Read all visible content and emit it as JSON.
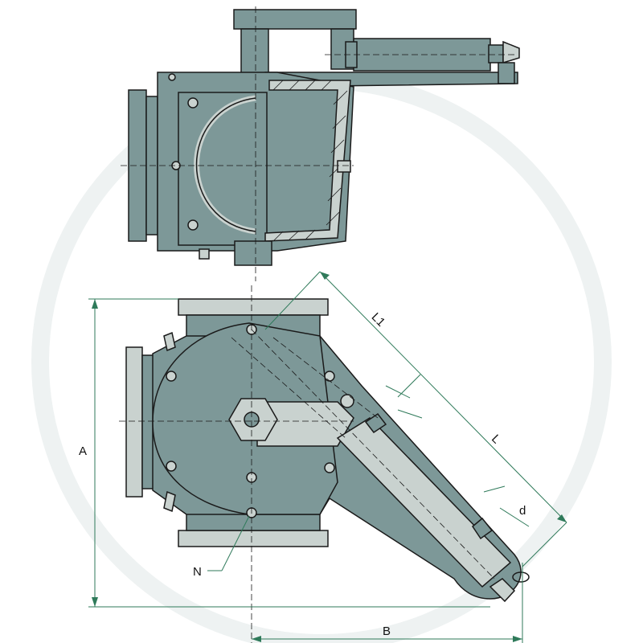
{
  "diagram": {
    "colors": {
      "body_fill": "#7d9898",
      "body_dark": "#5f7a7a",
      "light_fill": "#c9d2cf",
      "outline": "#1a1a1a",
      "dimension_line": "#2f7a5a",
      "watermark": "#e8eeee"
    },
    "labels": {
      "dim_A": "A",
      "dim_B": "B",
      "dim_L": "L",
      "dim_L1": "L1",
      "dim_d": "d",
      "callout_N": "N"
    }
  }
}
